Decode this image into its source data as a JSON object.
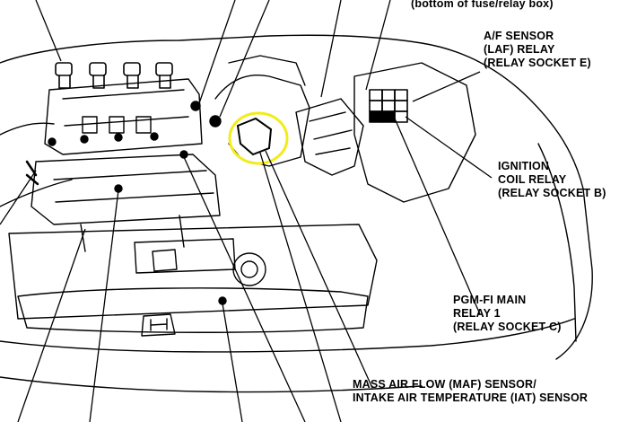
{
  "labels": {
    "top_note": "(bottom of fuse/relay box)",
    "laf_relay": [
      "A/F SENSOR",
      "(LAF) RELAY",
      "(RELAY SOCKET E)"
    ],
    "ignition_relay": [
      "IGNITION",
      "COIL RELAY",
      "(RELAY SOCKET B)"
    ],
    "pgm_relay": [
      "PGM-FI MAIN",
      "RELAY 1",
      "(RELAY SOCKET C)"
    ],
    "maf_sensor": [
      "MASS AIR FLOW (MAF) SENSOR/",
      "INTAKE AIR TEMPERATURE (IAT) SENSOR"
    ]
  },
  "colors": {
    "line": "#000000",
    "highlight": "#f2ec1a",
    "background": "#ffffff"
  }
}
